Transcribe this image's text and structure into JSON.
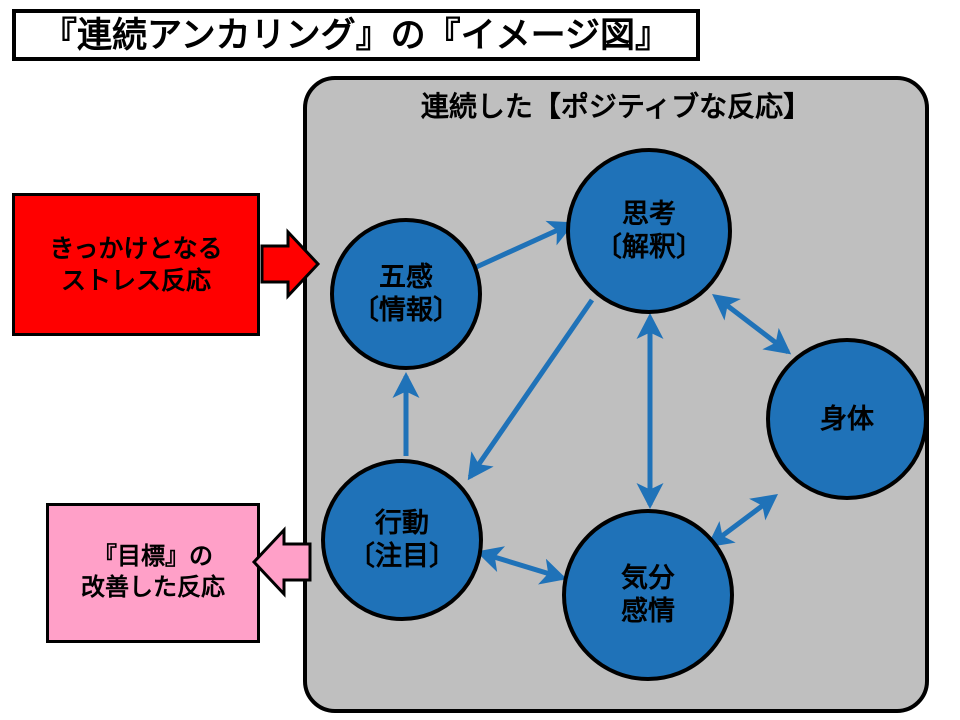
{
  "title": {
    "text": "『連続アンカリング』の『イメージ図』"
  },
  "panel": {
    "heading": "連続した【ポジティブな反応】",
    "background_color": "#bfbfbf",
    "border_color": "#000000"
  },
  "side_boxes": {
    "stress": {
      "line1": "きっかけとなる",
      "line2": "ストレス反応",
      "fill_color": "#ff0000",
      "arrow_direction": "right"
    },
    "goal": {
      "line1": "『目標』の",
      "line2": "改善した反応",
      "fill_color": "#ffa0c8",
      "arrow_direction": "left"
    }
  },
  "nodes": [
    {
      "id": "gokan",
      "line1": "五感",
      "line2": "〔情報〕",
      "fill_color": "#1f72b8"
    },
    {
      "id": "shiko",
      "line1": "思考",
      "line2": "〔解釈〕",
      "fill_color": "#1f72b8"
    },
    {
      "id": "shintai",
      "line1": "身体",
      "line2": "",
      "fill_color": "#1f72b8"
    },
    {
      "id": "kodo",
      "line1": "行動",
      "line2": "〔注目〕",
      "fill_color": "#1f72b8"
    },
    {
      "id": "kibun",
      "line1": "気分",
      "line2": "感情",
      "fill_color": "#1f72b8"
    }
  ],
  "connections": [
    {
      "from": "gokan",
      "to": "shiko",
      "heads": "single"
    },
    {
      "from": "shiko",
      "to": "kodo",
      "heads": "single"
    },
    {
      "from": "kodo",
      "to": "gokan",
      "heads": "single"
    },
    {
      "from": "shiko",
      "to": "kibun",
      "heads": "double"
    },
    {
      "from": "shiko",
      "to": "shintai",
      "heads": "double"
    },
    {
      "from": "shintai",
      "to": "kibun",
      "heads": "double"
    },
    {
      "from": "kodo",
      "to": "kibun",
      "heads": "double"
    }
  ],
  "arrow_color": "#1f72b8"
}
